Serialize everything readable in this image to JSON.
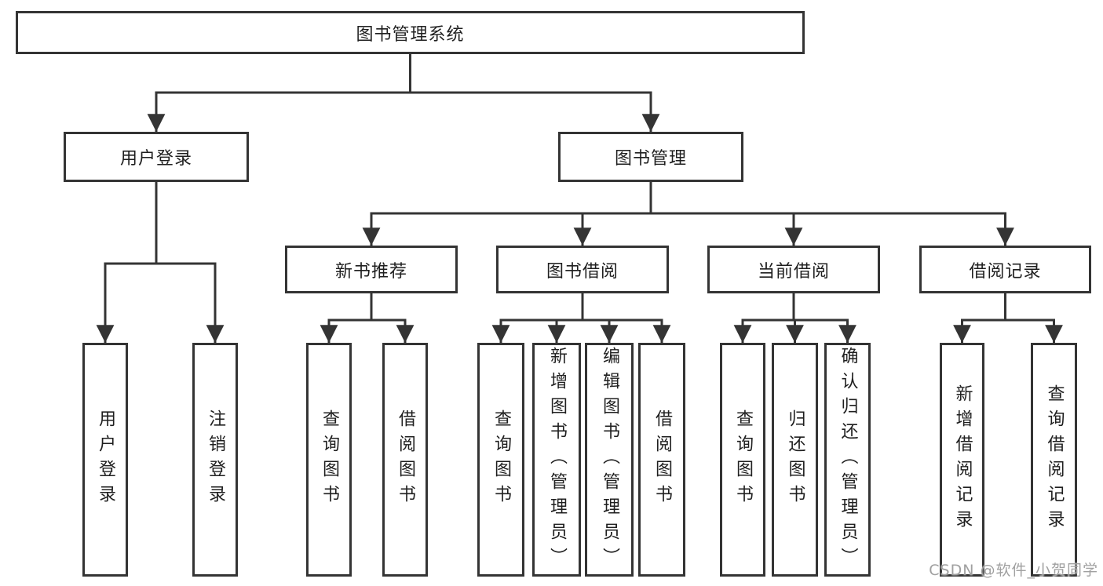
{
  "diagram": {
    "root": {
      "label": "图书管理系统"
    },
    "level1": [
      {
        "label": "用户登录"
      },
      {
        "label": "图书管理"
      }
    ],
    "level2": [
      {
        "label": "新书推荐"
      },
      {
        "label": "图书借阅"
      },
      {
        "label": "当前借阅"
      },
      {
        "label": "借阅记录"
      }
    ],
    "leaves": {
      "user_login": [
        "用户登录",
        "注销登录"
      ],
      "new_book": [
        "查询图书",
        "借阅图书"
      ],
      "book_borrow": [
        "查询图书",
        "新增图书（管理员）",
        "编辑图书（管理员）",
        "借阅图书"
      ],
      "current_borrow": [
        "查询图书",
        "归还图书",
        "确认归还（管理员）"
      ],
      "borrow_record": [
        "新增借阅记录",
        "查询借阅记录"
      ]
    }
  },
  "watermark": {
    "text": "CSDN @软件_小贺同学"
  },
  "colors": {
    "line": "#343434",
    "text": "#1f1f1f",
    "watermark": "#a0a0a0",
    "background": "#ffffff"
  }
}
